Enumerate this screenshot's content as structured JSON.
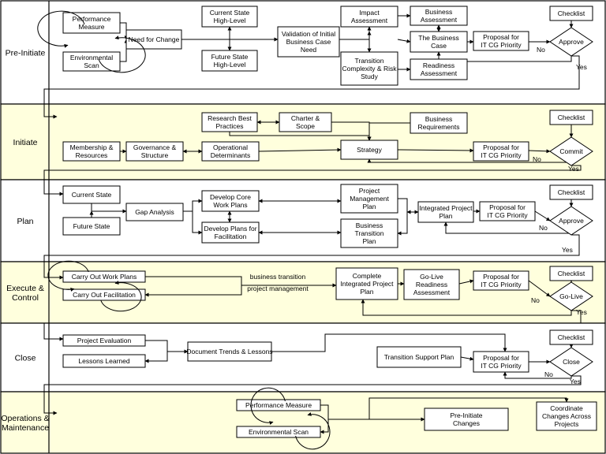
{
  "lanes": [
    {
      "id": "pre",
      "label": "Pre-Initiate",
      "shade": false
    },
    {
      "id": "init",
      "label": "Initiate",
      "shade": true
    },
    {
      "id": "plan",
      "label": "Plan",
      "shade": false
    },
    {
      "id": "exec",
      "label": "Execute & Control",
      "shade": true
    },
    {
      "id": "close",
      "label": "Close",
      "shade": false
    },
    {
      "id": "ops",
      "label": "Operations & Maintenance",
      "shade": true
    }
  ],
  "colors": {
    "shade": "#ffffdd",
    "line": "#000000"
  },
  "nodes": [
    {
      "id": "perf1",
      "text": "Performance Measure"
    },
    {
      "id": "env1",
      "text": "Environmental Scan"
    },
    {
      "id": "need",
      "text": "Need for Change"
    },
    {
      "id": "cshl",
      "text": "Current State High-Level"
    },
    {
      "id": "fshl",
      "text": "Future State High-Level"
    },
    {
      "id": "valid",
      "text": "Validation of Initial Business Case Need"
    },
    {
      "id": "impact",
      "text": "Impact Assessment"
    },
    {
      "id": "trans",
      "text": "Transition Complexity & Risk Study"
    },
    {
      "id": "bizassess",
      "text": "Business Assessment"
    },
    {
      "id": "bizcase",
      "text": "The Business Case"
    },
    {
      "id": "ready1",
      "text": "Readiness Assessment"
    },
    {
      "id": "prop1",
      "text": "Proposal for IT CG Priority"
    },
    {
      "id": "check1",
      "text": "Checklist"
    },
    {
      "id": "approve1",
      "text": "Approve",
      "shape": "diamond"
    },
    {
      "id": "research",
      "text": "Research Best Practices"
    },
    {
      "id": "charter",
      "text": "Charter & Scope"
    },
    {
      "id": "bizreq",
      "text": "Business Requirements"
    },
    {
      "id": "member",
      "text": "Membership & Resources"
    },
    {
      "id": "gov",
      "text": "Governance & Structure"
    },
    {
      "id": "opdet",
      "text": "Operational Determinants"
    },
    {
      "id": "strategy",
      "text": "Strategy"
    },
    {
      "id": "prop2",
      "text": "Proposal for IT CG Priority"
    },
    {
      "id": "check2",
      "text": "Checklist"
    },
    {
      "id": "commit",
      "text": "Commit",
      "shape": "diamond"
    },
    {
      "id": "curstate",
      "text": "Current State"
    },
    {
      "id": "futstate",
      "text": "Future State"
    },
    {
      "id": "gap",
      "text": "Gap Analysis"
    },
    {
      "id": "devcore",
      "text": "Develop Core Work Plans"
    },
    {
      "id": "devfac",
      "text": "Develop Plans for Facilitation"
    },
    {
      "id": "pmplan",
      "text": "Project Management Plan"
    },
    {
      "id": "btplan",
      "text": "Business Transition Plan"
    },
    {
      "id": "intplan",
      "text": "Integrated Project Plan"
    },
    {
      "id": "prop3",
      "text": "Proposal for IT CG Priority"
    },
    {
      "id": "check3",
      "text": "Checklist"
    },
    {
      "id": "approve3",
      "text": "Approve",
      "shape": "diamond"
    },
    {
      "id": "carrywp",
      "text": "Carry Out Work Plans"
    },
    {
      "id": "carryfac",
      "text": "Carry Out Facilitation"
    },
    {
      "id": "complete",
      "text": "Complete Integrated Project Plan"
    },
    {
      "id": "golivera",
      "text": "Go-Live Readiness Assessment"
    },
    {
      "id": "prop4",
      "text": "Proposal for IT CG Priority"
    },
    {
      "id": "check4",
      "text": "Checklist"
    },
    {
      "id": "golive",
      "text": "Go-Live",
      "shape": "diamond"
    },
    {
      "id": "projeval",
      "text": "Project Evaluation"
    },
    {
      "id": "lessons",
      "text": "Lessons Learned"
    },
    {
      "id": "doctrend",
      "text": "Document Trends & Lessons"
    },
    {
      "id": "tsplan",
      "text": "Transition Support Plan"
    },
    {
      "id": "prop5",
      "text": "Proposal for IT CG Priority"
    },
    {
      "id": "check5",
      "text": "Checklist"
    },
    {
      "id": "closed",
      "text": "Close",
      "shape": "diamond"
    },
    {
      "id": "perf2",
      "text": "Performance Measure"
    },
    {
      "id": "env2",
      "text": "Environmental Scan"
    },
    {
      "id": "prechg",
      "text": "Pre-Initiate Changes"
    },
    {
      "id": "coord",
      "text": "Coordinate Changes Across Projects"
    }
  ],
  "edge_labels": [
    {
      "id": "no1",
      "text": "No"
    },
    {
      "id": "yes1",
      "text": "Yes"
    },
    {
      "id": "no2",
      "text": "No"
    },
    {
      "id": "yes2",
      "text": "Yes"
    },
    {
      "id": "no3",
      "text": "No"
    },
    {
      "id": "yes3",
      "text": "Yes"
    },
    {
      "id": "no4",
      "text": "No"
    },
    {
      "id": "yes4",
      "text": "Yes"
    },
    {
      "id": "no5",
      "text": "No"
    },
    {
      "id": "yes5",
      "text": "Yes"
    },
    {
      "id": "btlabel",
      "text": "business transition"
    },
    {
      "id": "pmlabel",
      "text": "project management"
    }
  ]
}
